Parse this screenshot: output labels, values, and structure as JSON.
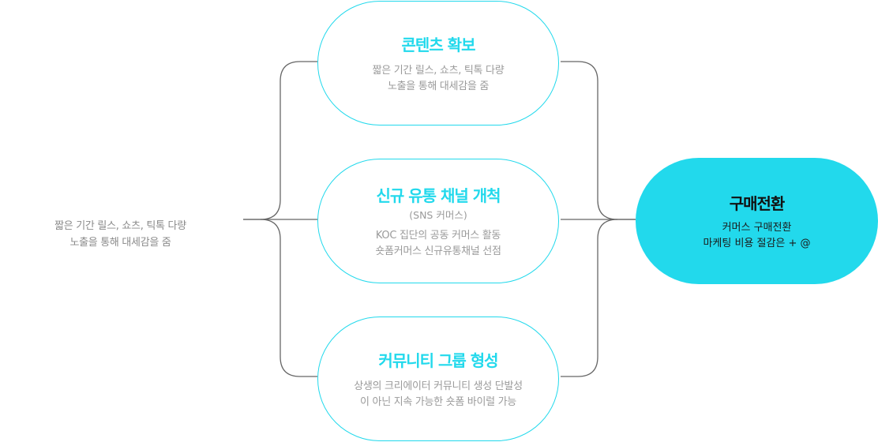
{
  "source": {
    "lines": [
      "짧은 기간 릴스, 쇼츠, 틱톡 다량",
      "노출을 통해 대세감을 줌"
    ]
  },
  "nodes": [
    {
      "title": "콘텐츠 확보",
      "subtitle": "",
      "lines": [
        "짧은 기간 릴스, 쇼츠, 틱톡 다량",
        "노출을 통해 대세감을 줌"
      ]
    },
    {
      "title": "신규 유통 채널 개척",
      "subtitle": "(SNS 커머스)",
      "lines": [
        "KOC 집단의 공동 커머스 활동",
        "숏폼커머스 신규유통채널 선점"
      ]
    },
    {
      "title": "커뮤니티 그룹 형성",
      "subtitle": "",
      "lines": [
        "상생의 크리에이터 커뮤니티 생성 단발성",
        "이 아닌 지속 가능한  숏폼 바이럴 가능"
      ]
    }
  ],
  "goal": {
    "title": "구매전환",
    "lines": [
      "커머스 구매전환",
      "마케팅 비용 절감은 + @"
    ]
  },
  "colors": {
    "accent": "#22d9ec",
    "line": "#555555",
    "text": "#9a9a9a"
  }
}
